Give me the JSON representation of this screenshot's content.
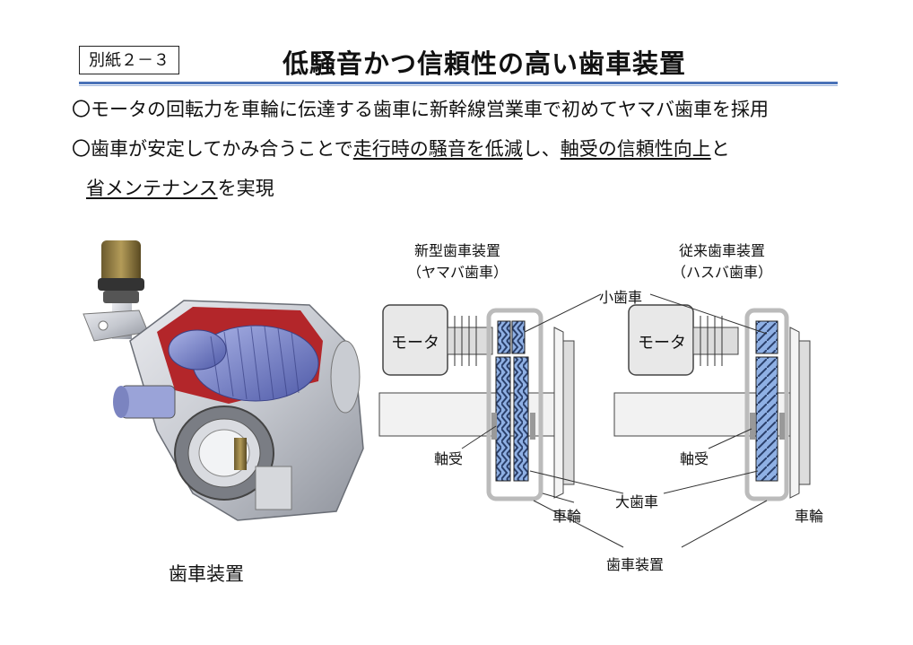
{
  "header": {
    "label": "別紙２－３",
    "title": "低騒音かつ信頼性の高い歯車装置"
  },
  "bullets": {
    "b1": "〇モータの回転力を車輪に伝達する歯車に新幹線営業車で初めてヤマバ歯車を採用",
    "b2_a": "〇歯車が安定してかみ合うことで",
    "b2_b": "走行時の騒音を低減",
    "b2_c": "し、",
    "b2_d": "軸受の信頼性向上",
    "b2_e": "と",
    "b3_a": "省メンテナンス",
    "b3_b": "を実現"
  },
  "photo": {
    "caption": "歯車装置"
  },
  "diagram": {
    "new_title_1": "新型歯車装置",
    "new_title_2": "（ヤマバ歯車）",
    "old_title_1": "従来歯車装置",
    "old_title_2": "（ハスバ歯車）",
    "motor": "モータ",
    "small_gear": "小歯車",
    "bearing": "軸受",
    "large_gear": "大歯車",
    "wheel": "車輪",
    "gear_unit": "歯車装置"
  }
}
